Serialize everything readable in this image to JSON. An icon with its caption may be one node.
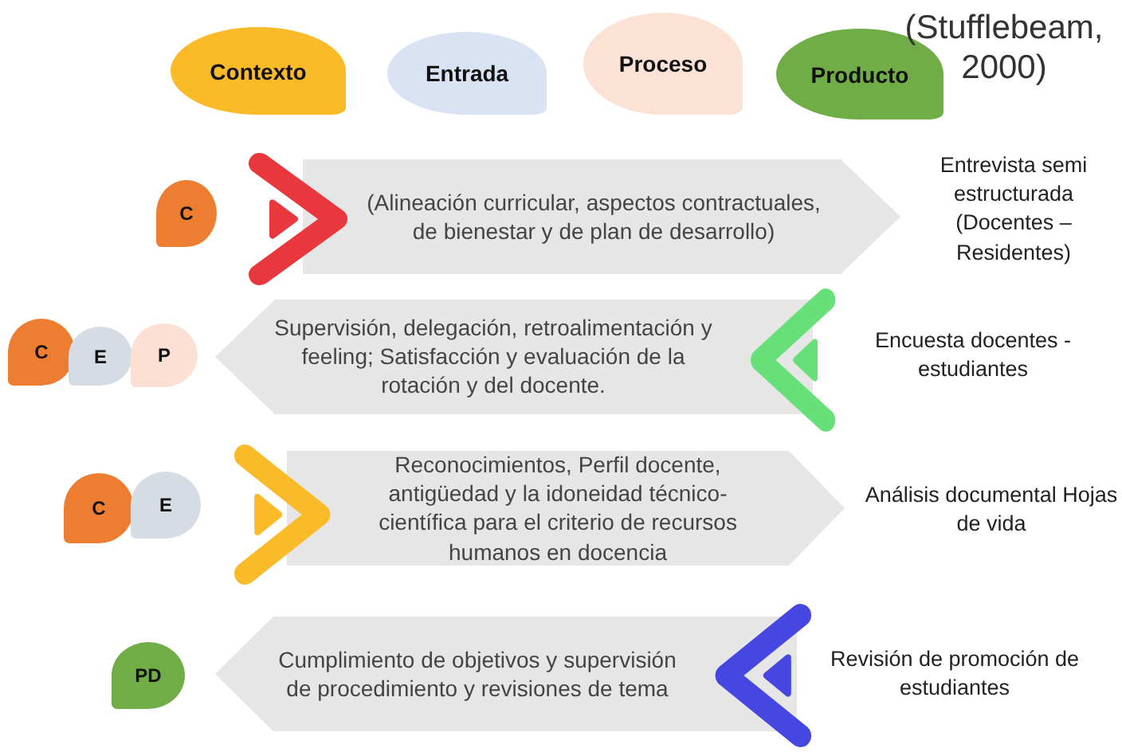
{
  "diagram": {
    "nodes": [
      {
        "text": [
          "Contexto"
        ]
      },
      {
        "text": [
          "Entrada"
        ]
      },
      {
        "text": [
          "Proceso"
        ]
      },
      {
        "text": [
          "Producto"
        ]
      },
      {
        "text": [
          "C"
        ]
      },
      {
        "text": [
          "(Alineación curricular, aspectos contractuales, de bienestar y de plan de desarrollo)"
        ],
        "beside": [
          "Entrevista semi estructurada (Docentes – Residentes)"
        ]
      },
      {
        "text": [
          "C"
        ]
      },
      {
        "text": [
          "E"
        ]
      },
      {
        "text": [
          "P"
        ]
      },
      {
        "text": [
          "Supervisión, delegación, retroalimentación y feeling; Satisfacción y evaluación de la rotación y del docente."
        ],
        "beside": [
          "Encuesta docentes - estudiantes"
        ]
      },
      {
        "text": [
          "C"
        ]
      },
      {
        "text": [
          "E"
        ]
      },
      {
        "text": [
          "Reconocimientos, Perfil docente, antigüedad y la idoneidad técnico-científica para el criterio de recursos humanos en docencia"
        ],
        "beside": [
          "Análisis documental Hojas de vida"
        ]
      },
      {
        "text": [
          "PD"
        ]
      },
      {
        "text": [
          "Cumplimiento de objetivos y supervisión de procedimiento y revisiones de tema"
        ],
        "beside": [
          "Revisión de promoción de estudiantes"
        ]
      }
    ],
    "labels": [
      "(Stufflebeam, 2000)"
    ]
  }
}
